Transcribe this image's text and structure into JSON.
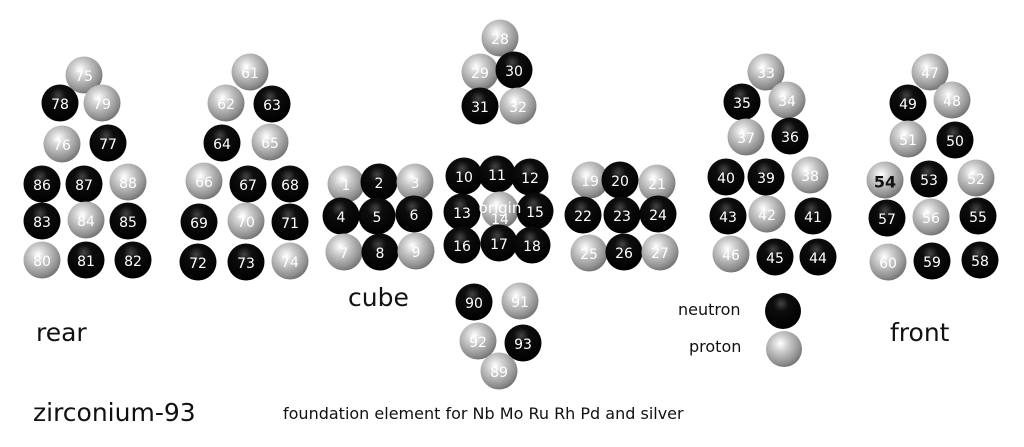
{
  "title": "zirconium-93",
  "caption": "foundation element for Nb Mo Ru Rh Pd and silver",
  "labels": {
    "rear": "rear",
    "cube": "cube",
    "front": "front",
    "origin": "origin"
  },
  "legend": {
    "neutron": "neutron",
    "proton": "proton"
  },
  "colors": {
    "neutron": "#0a0a0a",
    "proton": "#a8a8a8",
    "text": "#111111"
  },
  "groups": [
    {
      "name": "rear-pyramid",
      "particles": [
        {
          "label": "75",
          "type": "proton"
        },
        {
          "label": "78",
          "type": "neutron"
        },
        {
          "label": "79",
          "type": "proton"
        },
        {
          "label": "76",
          "type": "proton"
        },
        {
          "label": "77",
          "type": "neutron"
        },
        {
          "label": "86",
          "type": "neutron"
        },
        {
          "label": "87",
          "type": "neutron"
        },
        {
          "label": "88",
          "type": "proton"
        },
        {
          "label": "83",
          "type": "neutron"
        },
        {
          "label": "84",
          "type": "proton"
        },
        {
          "label": "85",
          "type": "neutron"
        },
        {
          "label": "80",
          "type": "proton"
        },
        {
          "label": "81",
          "type": "neutron"
        },
        {
          "label": "82",
          "type": "neutron"
        }
      ]
    },
    {
      "name": "second-pyramid",
      "particles": [
        {
          "label": "61",
          "type": "proton"
        },
        {
          "label": "62",
          "type": "proton"
        },
        {
          "label": "63",
          "type": "neutron"
        },
        {
          "label": "64",
          "type": "neutron"
        },
        {
          "label": "65",
          "type": "proton"
        },
        {
          "label": "66",
          "type": "proton"
        },
        {
          "label": "67",
          "type": "neutron"
        },
        {
          "label": "68",
          "type": "neutron"
        },
        {
          "label": "69",
          "type": "neutron"
        },
        {
          "label": "70",
          "type": "proton"
        },
        {
          "label": "71",
          "type": "neutron"
        },
        {
          "label": "72",
          "type": "neutron"
        },
        {
          "label": "73",
          "type": "neutron"
        },
        {
          "label": "74",
          "type": "proton"
        }
      ]
    },
    {
      "name": "cube-left-layer",
      "particles": [
        {
          "label": "1",
          "type": "proton"
        },
        {
          "label": "2",
          "type": "neutron"
        },
        {
          "label": "3",
          "type": "proton"
        },
        {
          "label": "4",
          "type": "neutron"
        },
        {
          "label": "5",
          "type": "neutron"
        },
        {
          "label": "6",
          "type": "neutron"
        },
        {
          "label": "7",
          "type": "proton"
        },
        {
          "label": "8",
          "type": "neutron"
        },
        {
          "label": "9",
          "type": "proton"
        }
      ]
    },
    {
      "name": "cube-middle-layer",
      "particles": [
        {
          "label": "10",
          "type": "neutron"
        },
        {
          "label": "11",
          "type": "neutron"
        },
        {
          "label": "12",
          "type": "neutron"
        },
        {
          "label": "13",
          "type": "neutron"
        },
        {
          "label": "14",
          "type": "proton"
        },
        {
          "label": "15",
          "type": "neutron"
        },
        {
          "label": "16",
          "type": "neutron"
        },
        {
          "label": "17",
          "type": "neutron"
        },
        {
          "label": "18",
          "type": "neutron"
        }
      ]
    },
    {
      "name": "cube-right-layer",
      "particles": [
        {
          "label": "19",
          "type": "proton"
        },
        {
          "label": "20",
          "type": "neutron"
        },
        {
          "label": "21",
          "type": "proton"
        },
        {
          "label": "22",
          "type": "neutron"
        },
        {
          "label": "23",
          "type": "neutron"
        },
        {
          "label": "24",
          "type": "neutron"
        },
        {
          "label": "25",
          "type": "proton"
        },
        {
          "label": "26",
          "type": "neutron"
        },
        {
          "label": "27",
          "type": "proton"
        }
      ]
    },
    {
      "name": "top-cluster",
      "particles": [
        {
          "label": "28",
          "type": "proton"
        },
        {
          "label": "29",
          "type": "proton"
        },
        {
          "label": "30",
          "type": "neutron"
        },
        {
          "label": "31",
          "type": "neutron"
        },
        {
          "label": "32",
          "type": "proton"
        }
      ]
    },
    {
      "name": "bottom-cluster",
      "particles": [
        {
          "label": "90",
          "type": "neutron"
        },
        {
          "label": "91",
          "type": "proton"
        },
        {
          "label": "92",
          "type": "proton"
        },
        {
          "label": "93",
          "type": "neutron"
        },
        {
          "label": "89",
          "type": "proton"
        }
      ]
    },
    {
      "name": "fourth-pyramid",
      "particles": [
        {
          "label": "33",
          "type": "proton"
        },
        {
          "label": "35",
          "type": "neutron"
        },
        {
          "label": "34",
          "type": "proton"
        },
        {
          "label": "37",
          "type": "proton"
        },
        {
          "label": "36",
          "type": "neutron"
        },
        {
          "label": "40",
          "type": "neutron"
        },
        {
          "label": "39",
          "type": "neutron"
        },
        {
          "label": "38",
          "type": "proton"
        },
        {
          "label": "43",
          "type": "neutron"
        },
        {
          "label": "42",
          "type": "proton"
        },
        {
          "label": "41",
          "type": "neutron"
        },
        {
          "label": "46",
          "type": "proton"
        },
        {
          "label": "45",
          "type": "neutron"
        },
        {
          "label": "44",
          "type": "neutron"
        }
      ]
    },
    {
      "name": "front-pyramid",
      "particles": [
        {
          "label": "47",
          "type": "proton"
        },
        {
          "label": "49",
          "type": "neutron"
        },
        {
          "label": "48",
          "type": "proton"
        },
        {
          "label": "51",
          "type": "proton"
        },
        {
          "label": "50",
          "type": "neutron"
        },
        {
          "label": "54",
          "type": "proton"
        },
        {
          "label": "53",
          "type": "neutron"
        },
        {
          "label": "52",
          "type": "proton"
        },
        {
          "label": "57",
          "type": "neutron"
        },
        {
          "label": "56",
          "type": "proton"
        },
        {
          "label": "55",
          "type": "neutron"
        },
        {
          "label": "60",
          "type": "proton"
        },
        {
          "label": "59",
          "type": "neutron"
        },
        {
          "label": "58",
          "type": "neutron"
        }
      ]
    }
  ]
}
